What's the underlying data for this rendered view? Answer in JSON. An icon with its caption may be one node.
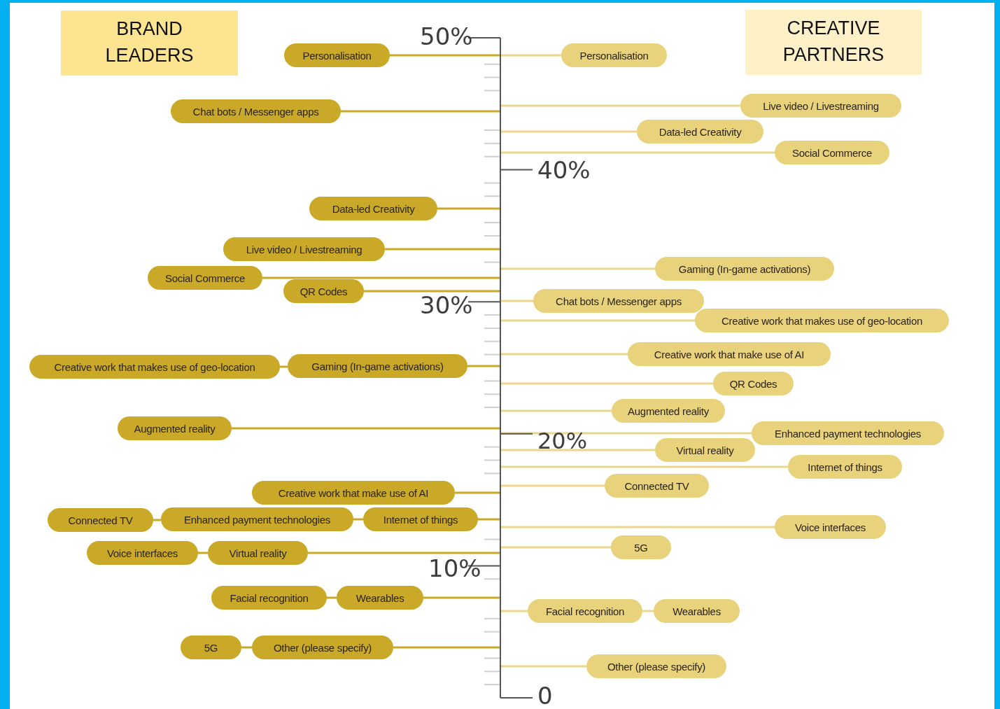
{
  "diagram": {
    "nodes": [
      {
        "text": [
          "BRAND LEADERS"
        ]
      },
      {
        "text": [
          "CREATIVE PARTNERS"
        ]
      },
      {
        "text": [
          "Personalisation"
        ]
      },
      {
        "text": [
          "Chat bots / Messenger apps"
        ]
      },
      {
        "text": [
          "Data-led Creativity"
        ]
      },
      {
        "text": [
          "Live video / Livestreaming"
        ]
      },
      {
        "text": [
          "Social Commerce"
        ]
      },
      {
        "text": [
          "QR Codes"
        ]
      },
      {
        "text": [
          "Creative work that makes use of geo-location"
        ]
      },
      {
        "text": [
          "Gaming (In-game activations)"
        ]
      },
      {
        "text": [
          "Augmented reality"
        ]
      },
      {
        "text": [
          "Creative work that make use of AI"
        ]
      },
      {
        "text": [
          "Connected TV"
        ]
      },
      {
        "text": [
          "Enhanced payment technologies"
        ]
      },
      {
        "text": [
          "Internet of things"
        ]
      },
      {
        "text": [
          "Voice interfaces"
        ]
      },
      {
        "text": [
          "Virtual reality"
        ]
      },
      {
        "text": [
          "Facial recognition"
        ]
      },
      {
        "text": [
          "Wearables"
        ]
      },
      {
        "text": [
          "5G"
        ]
      },
      {
        "text": [
          "Other (please specify)"
        ]
      },
      {
        "text": [
          "Personalisation"
        ]
      },
      {
        "text": [
          "Live video / Livestreaming"
        ]
      },
      {
        "text": [
          "Data-led Creativity"
        ]
      },
      {
        "text": [
          "Social Commerce"
        ]
      },
      {
        "text": [
          "Gaming (In-game activations)"
        ]
      },
      {
        "text": [
          "Chat bots / Messenger apps"
        ]
      },
      {
        "text": [
          "Creative work that makes use of geo-location"
        ]
      },
      {
        "text": [
          "Creative work that make use of AI"
        ]
      },
      {
        "text": [
          "QR Codes"
        ]
      },
      {
        "text": [
          "Augmented reality"
        ]
      },
      {
        "text": [
          "Enhanced payment technologies"
        ]
      },
      {
        "text": [
          "Virtual reality"
        ]
      },
      {
        "text": [
          "Internet of things"
        ]
      },
      {
        "text": [
          "Connected TV"
        ]
      },
      {
        "text": [
          "Voice interfaces"
        ]
      },
      {
        "text": [
          "5G"
        ]
      },
      {
        "text": [
          "Facial recognition"
        ]
      },
      {
        "text": [
          "Wearables"
        ]
      },
      {
        "text": [
          "Other (please specify)"
        ]
      }
    ],
    "edges": [
      {
        "from": 2,
        "to": null,
        "arrow": "none"
      },
      {
        "from": 3,
        "to": null,
        "arrow": "none"
      },
      {
        "from": 4,
        "to": null,
        "arrow": "none"
      },
      {
        "from": 5,
        "to": null,
        "arrow": "none"
      },
      {
        "from": 6,
        "to": null,
        "arrow": "none"
      },
      {
        "from": 7,
        "to": null,
        "arrow": "none"
      },
      {
        "from": 8,
        "to": 9,
        "arrow": "none"
      },
      {
        "from": 9,
        "to": null,
        "arrow": "none"
      },
      {
        "from": 10,
        "to": null,
        "arrow": "none"
      },
      {
        "from": 11,
        "to": null,
        "arrow": "none"
      },
      {
        "from": 12,
        "to": 13,
        "arrow": "none"
      },
      {
        "from": 13,
        "to": 14,
        "arrow": "none"
      },
      {
        "from": 14,
        "to": null,
        "arrow": "none"
      },
      {
        "from": 15,
        "to": 16,
        "arrow": "none"
      },
      {
        "from": 16,
        "to": null,
        "arrow": "none"
      },
      {
        "from": 17,
        "to": 18,
        "arrow": "none"
      },
      {
        "from": 18,
        "to": null,
        "arrow": "none"
      },
      {
        "from": 19,
        "to": 20,
        "arrow": "none"
      },
      {
        "from": 20,
        "to": null,
        "arrow": "none"
      },
      {
        "from": 21,
        "to": null,
        "arrow": "none",
        "color": "#ead68c"
      },
      {
        "from": 22,
        "to": null,
        "arrow": "none",
        "color": "#ead68c"
      },
      {
        "from": 23,
        "to": null,
        "arrow": "none",
        "color": "#ead68c"
      },
      {
        "from": 24,
        "to": null,
        "arrow": "none",
        "color": "#ead68c"
      },
      {
        "from": 25,
        "to": null,
        "arrow": "none",
        "color": "#ead68c"
      },
      {
        "from": 26,
        "to": null,
        "arrow": "none",
        "color": "#ead68c"
      },
      {
        "from": 27,
        "to": null,
        "arrow": "none",
        "color": "#ead68c"
      },
      {
        "from": 28,
        "to": null,
        "arrow": "none",
        "color": "#ead68c"
      },
      {
        "from": 29,
        "to": null,
        "arrow": "none",
        "color": "#ead68c"
      },
      {
        "from": 30,
        "to": null,
        "arrow": "none",
        "color": "#ead68c"
      },
      {
        "from": 31,
        "to": null,
        "arrow": "none",
        "color": "#ead68c"
      },
      {
        "from": 32,
        "to": null,
        "arrow": "none",
        "color": "#ead68c"
      },
      {
        "from": 33,
        "to": null,
        "arrow": "none",
        "color": "#ead68c"
      },
      {
        "from": 34,
        "to": null,
        "arrow": "none",
        "color": "#ead68c"
      },
      {
        "from": 35,
        "to": null,
        "arrow": "none",
        "color": "#ead68c"
      },
      {
        "from": 36,
        "to": null,
        "arrow": "none",
        "color": "#ead68c"
      },
      {
        "from": 37,
        "to": null,
        "arrow": "none",
        "color": "#ead68c"
      },
      {
        "from": 37,
        "to": 38,
        "arrow": "none",
        "color": "#ead68c"
      },
      {
        "from": 39,
        "to": null,
        "arrow": "none",
        "color": "#ead68c"
      }
    ],
    "labels": [
      "50%",
      "40%",
      "30%",
      "20%",
      "10%",
      "0"
    ]
  }
}
